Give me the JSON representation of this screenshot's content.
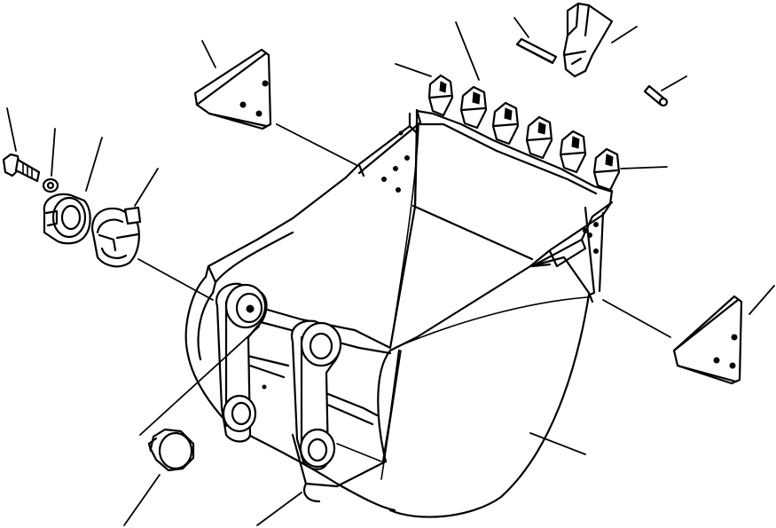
{
  "diagram": {
    "kind": "exploded-parts-view",
    "colors": {
      "ink": "#000000",
      "paper": "#ffffff"
    },
    "parts": [
      {
        "id": "bucket-body",
        "icon": "bucket-shell-icon"
      },
      {
        "id": "side-cutter-left",
        "icon": "side-cutter-icon"
      },
      {
        "id": "side-cutter-right",
        "icon": "side-cutter-icon"
      },
      {
        "id": "tooth-adapters",
        "icon": "tooth-adapter-icon",
        "count": 6
      },
      {
        "id": "tooth-point",
        "icon": "tooth-point-icon"
      },
      {
        "id": "retaining-pin-long",
        "icon": "pin-icon"
      },
      {
        "id": "retaining-pin-short",
        "icon": "pin-icon"
      },
      {
        "id": "bolt",
        "icon": "bolt-icon"
      },
      {
        "id": "washer",
        "icon": "washer-icon"
      },
      {
        "id": "adjusting-nut",
        "icon": "slotted-nut-icon"
      },
      {
        "id": "shim-plate",
        "icon": "shim-icon"
      },
      {
        "id": "bushing",
        "icon": "bushing-icon"
      }
    ]
  }
}
